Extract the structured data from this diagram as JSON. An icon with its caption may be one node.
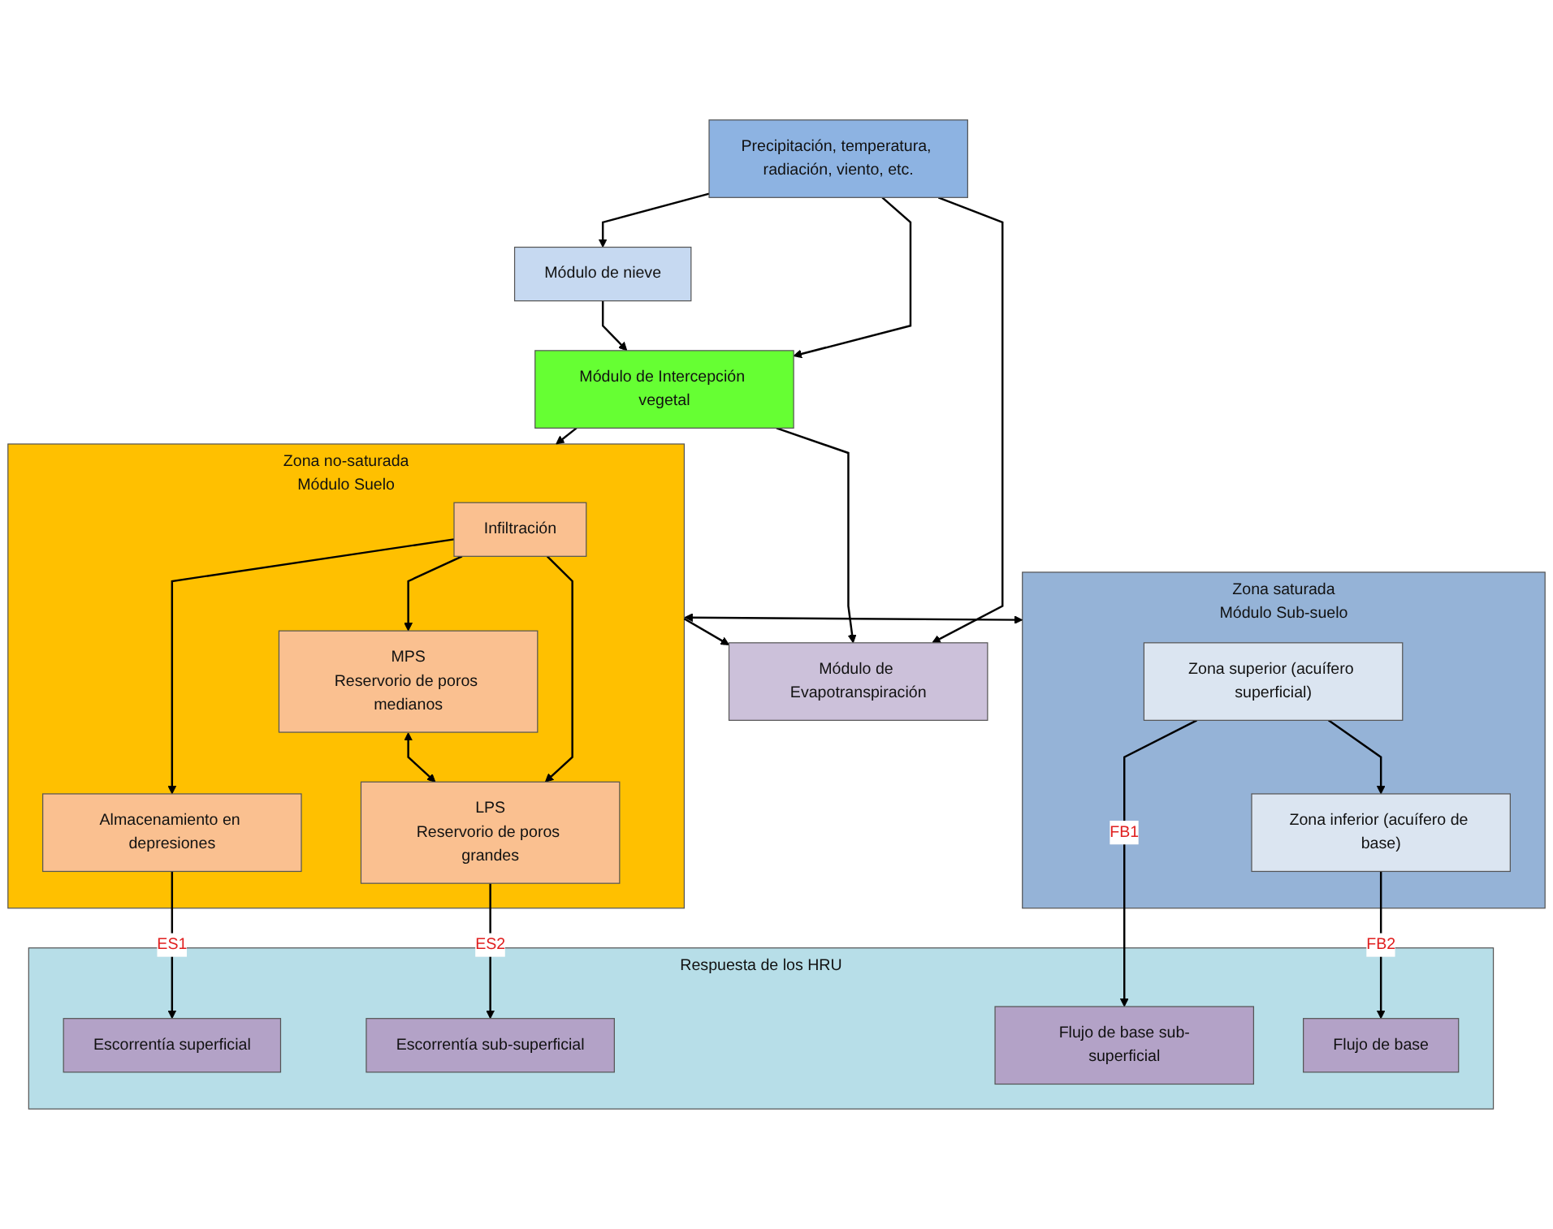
{
  "diagram": {
    "nodes": [
      {
        "text": [
          "Precipitación, temperatura, radiación, viento, etc."
        ]
      },
      {
        "text": [
          "Módulo de Evapotranspiración"
        ]
      },
      {
        "text": [
          "Módulo de Intercepción vegetal"
        ]
      },
      {
        "text": [
          "Módulo de nieve"
        ]
      },
      {
        "text": [
          "Zona no-saturada",
          "Módulo Suelo"
        ]
      },
      {
        "text": [
          "Infiltración"
        ],
        "in": 4
      },
      {
        "text": [
          "Almacenamiento en depresiones"
        ],
        "in": 4
      },
      {
        "text": [
          "MPS",
          "Reservorio de poros medianos"
        ],
        "in": 4
      },
      {
        "text": [
          "LPS",
          "Reservorio de poros grandes"
        ],
        "in": 4
      },
      {
        "text": [
          "Respuesta de los HRU"
        ]
      },
      {
        "text": [
          "Escorrentía superficial"
        ],
        "in": 9
      },
      {
        "text": [
          "Escorrentía sub-superficial"
        ],
        "in": 9
      },
      {
        "text": [
          "Flujo de base sub-superficial"
        ],
        "in": 9
      },
      {
        "text": [
          "Flujo de base"
        ],
        "in": 9
      },
      {
        "text": [
          "Zona saturada",
          "Módulo Sub-suelo"
        ]
      },
      {
        "text": [
          "Zona superior (acuífero superficial)"
        ],
        "in": 14
      },
      {
        "text": [
          "Zona inferior (acuífero de base)"
        ],
        "in": 14
      }
    ],
    "edges": [
      {
        "from": 0,
        "to": 1,
        "arrow": "to"
      },
      {
        "from": 0,
        "to": 2,
        "arrow": "to"
      },
      {
        "from": 0,
        "to": 3,
        "arrow": "to"
      },
      {
        "from": 3,
        "to": 2,
        "arrow": "to"
      },
      {
        "from": 2,
        "to": 1,
        "arrow": "to"
      },
      {
        "from": 2,
        "to": 4,
        "arrow": "to"
      },
      {
        "from": 4,
        "to": 1,
        "arrow": "to"
      },
      {
        "from": 5,
        "to": 6,
        "arrow": "to"
      },
      {
        "from": 5,
        "to": 7,
        "arrow": "to"
      },
      {
        "from": 5,
        "to": 8,
        "arrow": "to"
      },
      {
        "from": 7,
        "to": 8,
        "arrow": "both"
      },
      {
        "from": 6,
        "to": 10,
        "label": "ES1",
        "arrow": "to"
      },
      {
        "from": 8,
        "to": 11,
        "label": "ES2",
        "arrow": "to"
      },
      {
        "from": 4,
        "to": 14,
        "arrow": "both"
      },
      {
        "from": 15,
        "to": 12,
        "label": "FB1",
        "arrow": "to"
      },
      {
        "from": 15,
        "to": 16,
        "arrow": "to"
      },
      {
        "from": 16,
        "to": 13,
        "label": "FB2",
        "arrow": "to"
      }
    ]
  }
}
